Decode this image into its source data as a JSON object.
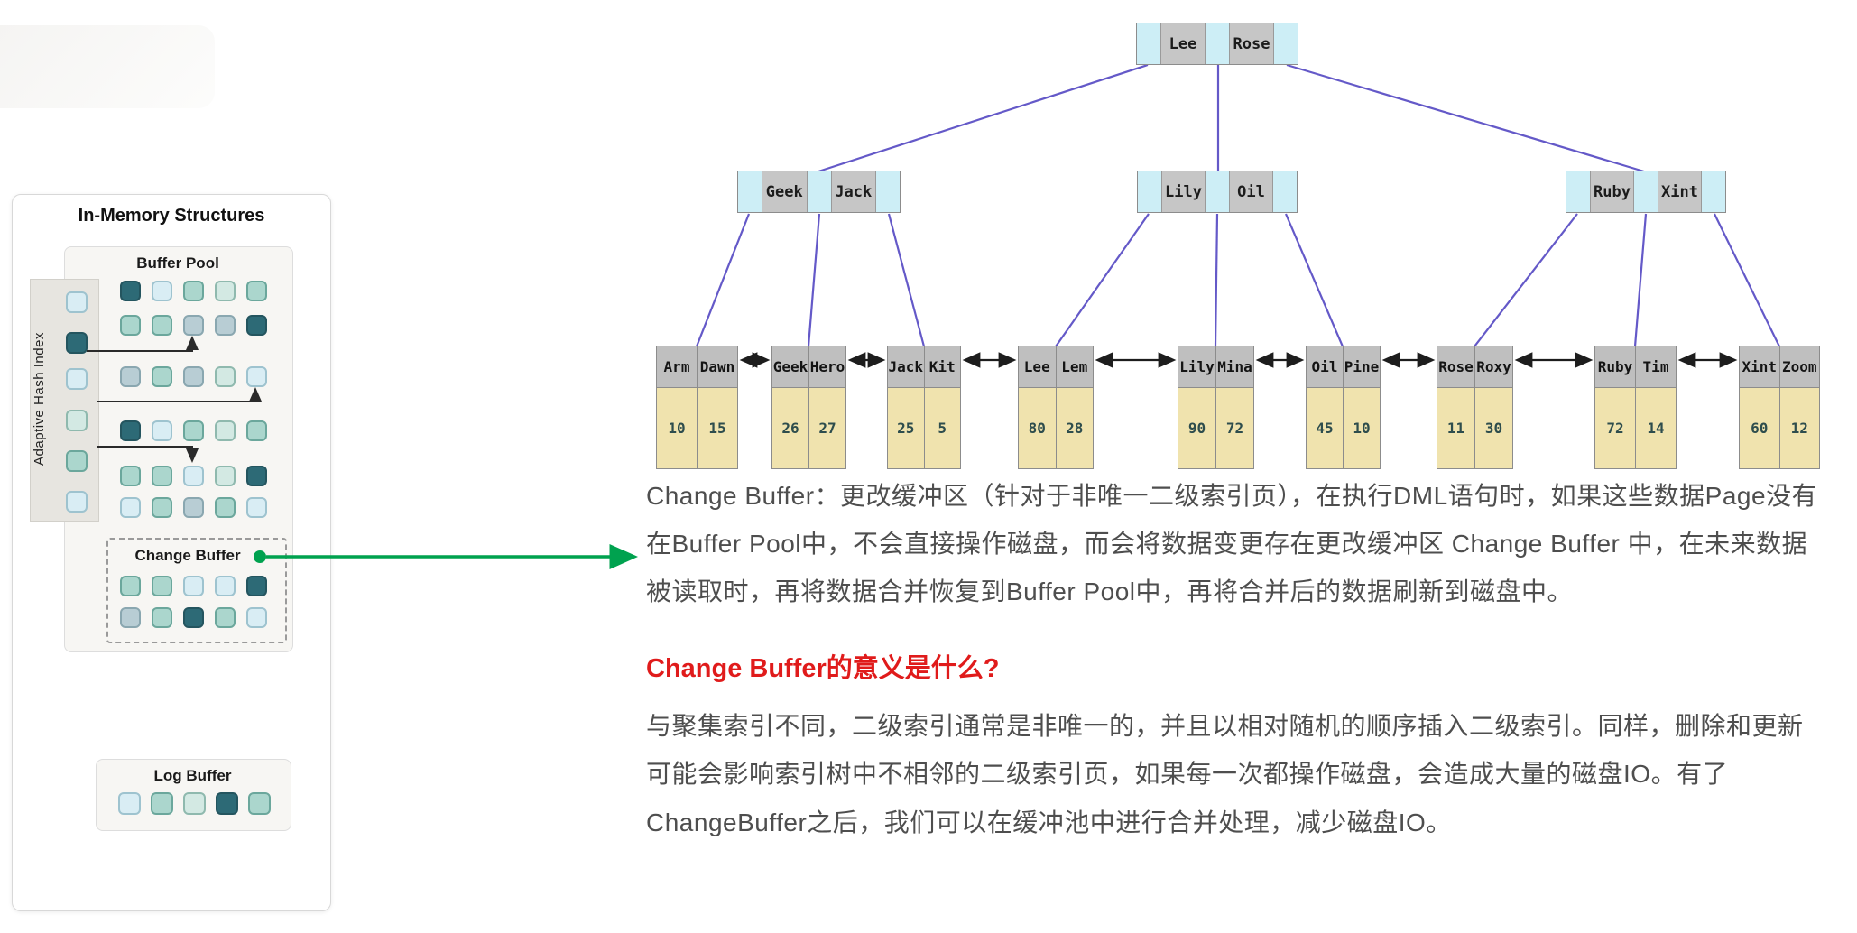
{
  "left_panel": {
    "title": "In-Memory Structures",
    "buffer_pool": {
      "label": "Buffer Pool",
      "rows": [
        [
          "dark",
          "light",
          "teal",
          "pale",
          "teal"
        ],
        [
          "teal",
          "teal",
          "gray",
          "gray",
          "dark"
        ],
        [
          "gray",
          "teal",
          "gray",
          "pale",
          "light"
        ],
        [
          "dark",
          "light",
          "teal",
          "pale",
          "teal"
        ],
        [
          "teal",
          "teal",
          "light",
          "pale",
          "dark"
        ],
        [
          "light",
          "teal",
          "gray",
          "teal",
          "light"
        ]
      ]
    },
    "adaptive_hash_index": {
      "label": "Adaptive Hash Index",
      "cells": [
        "light",
        "dark",
        "light",
        "pale",
        "teal",
        "light"
      ]
    },
    "change_buffer": {
      "label": "Change Buffer",
      "rows": [
        [
          "teal",
          "teal",
          "light",
          "light",
          "dark"
        ],
        [
          "gray",
          "teal",
          "dark",
          "teal",
          "light"
        ]
      ]
    },
    "log_buffer": {
      "label": "Log Buffer",
      "rows": [
        [
          "light",
          "teal",
          "pale",
          "dark",
          "teal"
        ]
      ]
    },
    "palette": {
      "dark": {
        "fill": "#2d6a76",
        "stroke": "#24555f"
      },
      "teal": {
        "fill": "#abd6cd",
        "stroke": "#6ba79c"
      },
      "light": {
        "fill": "#d9edf4",
        "stroke": "#9ec3cf"
      },
      "pale": {
        "fill": "#d3e9e3",
        "stroke": "#8fb9ae"
      },
      "gray": {
        "fill": "#b8cdd4",
        "stroke": "#8aa7b0"
      }
    }
  },
  "tree": {
    "root": {
      "keys": [
        "Lee",
        "Rose"
      ]
    },
    "internal": [
      {
        "keys": [
          "Geek",
          "Jack"
        ]
      },
      {
        "keys": [
          "Lily",
          "Oil"
        ]
      },
      {
        "keys": [
          "Ruby",
          "Xint"
        ]
      }
    ],
    "leaves": [
      {
        "keys": [
          "Arm",
          "Dawn"
        ],
        "values": [
          "10",
          "15"
        ]
      },
      {
        "keys": [
          "Geek",
          "Hero"
        ],
        "values": [
          "26",
          "27"
        ]
      },
      {
        "keys": [
          "Jack",
          "Kit"
        ],
        "values": [
          "25",
          "5"
        ]
      },
      {
        "keys": [
          "Lee",
          "Lem"
        ],
        "values": [
          "80",
          "28"
        ]
      },
      {
        "keys": [
          "Lily",
          "Mina"
        ],
        "values": [
          "90",
          "72"
        ]
      },
      {
        "keys": [
          "Oil",
          "Pine"
        ],
        "values": [
          "45",
          "10"
        ]
      },
      {
        "keys": [
          "Rose",
          "Roxy"
        ],
        "values": [
          "11",
          "30"
        ]
      },
      {
        "keys": [
          "Ruby",
          "Tim"
        ],
        "values": [
          "72",
          "14"
        ]
      },
      {
        "keys": [
          "Xint",
          "Zoom"
        ],
        "values": [
          "60",
          "12"
        ]
      }
    ],
    "colors": {
      "edge": "#6459c8",
      "pointer_cell": "#cdeef6",
      "key_cell": "#c6c6c6",
      "leaf_header": "#bfbfbf",
      "leaf_body": "#f0e3ae"
    }
  },
  "annotation": {
    "arrow_color": "#00a24f"
  },
  "text": {
    "para1": "Change Buffer：更改缓冲区（针对于非唯一二级索引页），在执行DML语句时，如果这些数据Page没有在Buffer Pool中，不会直接操作磁盘，而会将数据变更存在更改缓冲区 Change Buffer 中，在未来数据被读取时，再将数据合并恢复到Buffer Pool中，再将合并后的数据刷新到磁盘中。",
    "heading": "Change Buffer的意义是什么?",
    "heading_color": "#e01b1b",
    "para2": "与聚集索引不同，二级索引通常是非唯一的，并且以相对随机的顺序插入二级索引。同样，删除和更新可能会影响索引树中不相邻的二级索引页，如果每一次都操作磁盘，会造成大量的磁盘IO。有了ChangeBuffer之后，我们可以在缓冲池中进行合并处理，减少磁盘IO。"
  }
}
